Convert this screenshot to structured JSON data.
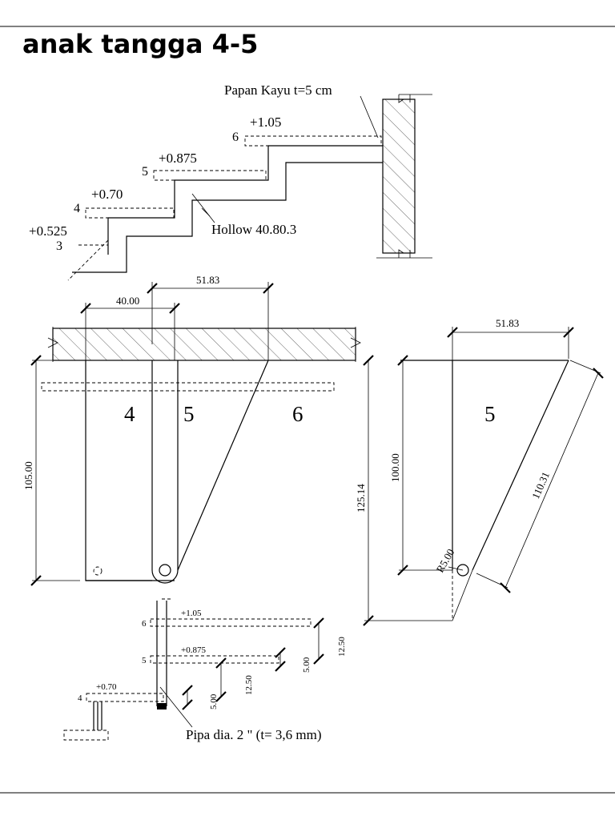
{
  "title": "anak tangga 4-5",
  "elevation_view": {
    "labels": {
      "papan": "Papan Kayu t=5 cm",
      "hollow": "Hollow 40.80.3",
      "lvl_6": "+1.05",
      "lvl_5": "+0.875",
      "lvl_4": "+0.70",
      "lvl_3": "+0.525",
      "step_6": "6",
      "step_5": "5",
      "step_4": "4",
      "step_3": "3"
    }
  },
  "plan_view": {
    "dims": {
      "top_wide": "51.83",
      "top_narrow": "40.00",
      "height": "105.00"
    },
    "numbers": {
      "n4": "4",
      "n5": "5",
      "n6": "6"
    }
  },
  "bracket_view": {
    "dims": {
      "top": "51.83",
      "inner": "100.00",
      "total": "125.14",
      "diagonal": "110.31",
      "radius": "R5.00"
    },
    "number": "5"
  },
  "section_view": {
    "labels": {
      "lvl_6": "+1.05",
      "lvl_5": "+0.875",
      "lvl_4": "+0.70",
      "s6": "6",
      "s5": "5",
      "s4": "4",
      "pipe": "Pipa dia. 2 \" (t= 3,6 mm)"
    },
    "dims": {
      "rise_a": "12.50",
      "rise_b": "12.50",
      "thk_a": "5.00",
      "thk_b": "5.00"
    }
  }
}
